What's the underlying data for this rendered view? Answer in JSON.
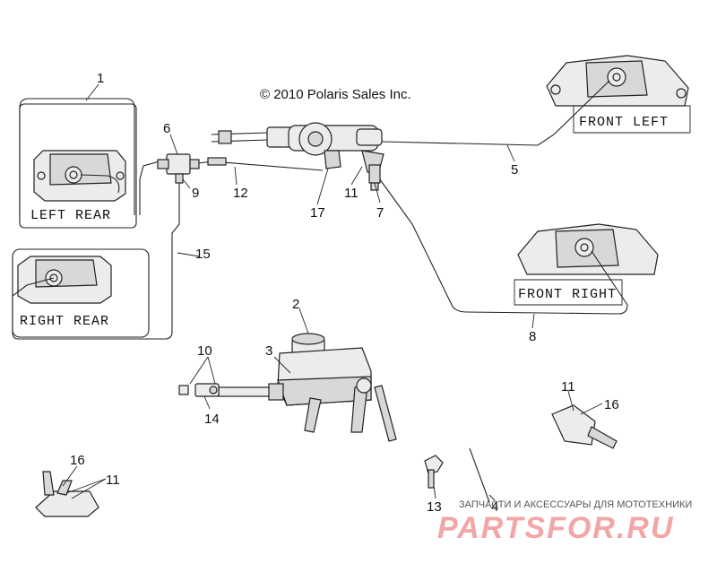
{
  "copyright": "© 2010 Polaris Sales Inc.",
  "caliper_labels": {
    "left_rear": "LEFT REAR",
    "right_rear": "RIGHT REAR",
    "front_left": "FRONT LEFT",
    "front_right": "FRONT RIGHT"
  },
  "callouts": {
    "c1": "1",
    "c2": "2",
    "c3": "3",
    "c4": "4",
    "c5": "5",
    "c6": "6",
    "c7": "7",
    "c8": "8",
    "c9": "9",
    "c10": "10",
    "c11a": "11",
    "c11b": "11",
    "c11c": "11",
    "c12": "12",
    "c13": "13",
    "c14": "14",
    "c15": "15",
    "c16a": "16",
    "c16b": "16",
    "c17": "17"
  },
  "watermark": {
    "tagline": "ЗАПЧАСТИ И АКСЕССУАРЫ ДЛЯ МОТОТЕХНИКИ",
    "brand": "PARTSFOR.RU"
  }
}
